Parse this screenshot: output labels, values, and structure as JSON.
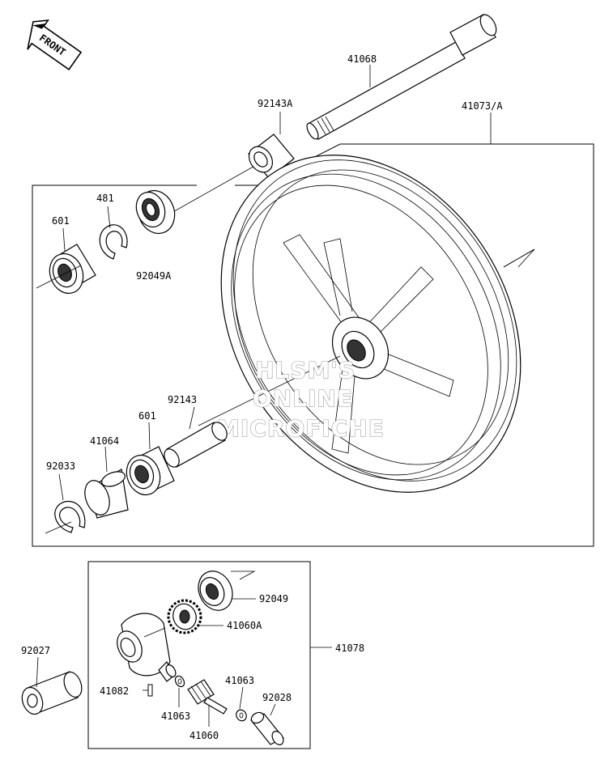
{
  "front_label": "FRONT",
  "watermark": [
    "HLSM'S",
    "ONLINE",
    "MICROFICHE"
  ],
  "parts": {
    "axle": "41068",
    "wheel": "41073/A",
    "collar_left": "92143A",
    "circlip": "481",
    "bearing_left": "601",
    "seal_left": "92049A",
    "collar_right": "92143",
    "bearing_right": "601",
    "hub_cover": "41064",
    "snap_ring": "92033",
    "seal_gear": "92049",
    "gear": "41060A",
    "gearbox_assy": "41078",
    "spacer": "92027",
    "pin": "41082",
    "washer_a": "41063",
    "washer_b": "41063",
    "pinion": "41060",
    "bushing": "92028"
  }
}
